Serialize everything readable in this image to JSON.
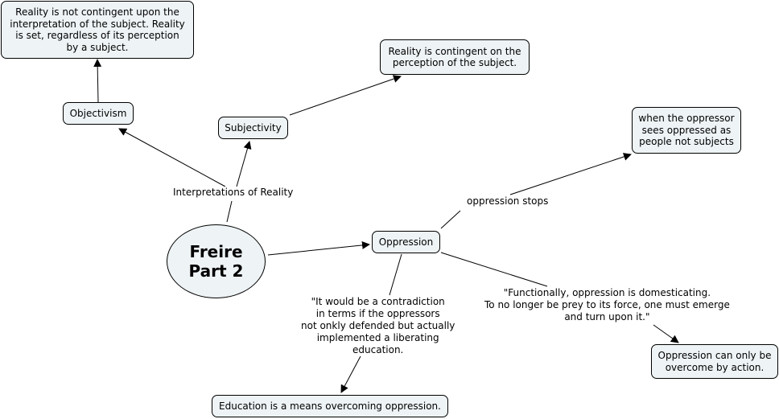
{
  "root": {
    "text": "Freire\nPart 2"
  },
  "nodes": {
    "objectivism": "Objectivism",
    "objectivism_def": "Reality is not contingent upon the\ninterpretation of the subject. Reality\nis set, regardless of its perception\nby a subject.",
    "subjectivity": "Subjectivity",
    "subjectivity_def": "Reality is contingent on the\nperception of the subject.",
    "oppression": "Oppression",
    "when_stops": "when the oppressor\nsees oppressed as\npeople not subjects",
    "by_action": "Oppression can only be\novercome by action.",
    "education": "Education is a means overcoming oppression."
  },
  "links": {
    "interpretations": "Interpretations of Reality",
    "oppression_stops": "oppression stops",
    "domesticating": "\"Functionally, oppression is domesticating.\nTo no longer be prey to its force, one must emerge\nand turn upon it.\"",
    "contradiction": "\"It would be a contradiction\nin terms if the oppressors\nnot onkly defended but actually\nimplemented a liberating\neducation."
  }
}
